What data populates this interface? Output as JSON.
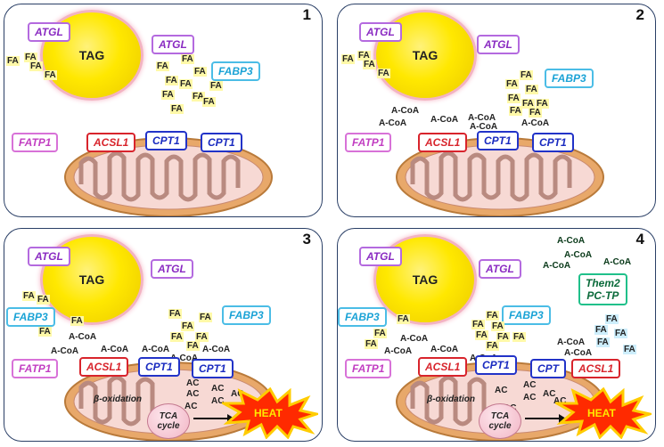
{
  "panels": [
    {
      "number": "1"
    },
    {
      "number": "2"
    },
    {
      "number": "3"
    },
    {
      "number": "4"
    }
  ],
  "labels": {
    "tag": "TAG",
    "atgl": "ATGL",
    "fabp3": "FABP3",
    "fatp1": "FATP1",
    "acsl1": "ACSL1",
    "cpt1": "CPT1",
    "cpt_partial": "CPT",
    "fa": "FA",
    "acoa": "A-CoA",
    "ac": "AC",
    "beta_oxidation": "β-oxidation",
    "tca_line1": "TCA",
    "tca_line2": "cycle",
    "heat": "HEAT",
    "them2": "Them2",
    "pctp": "PC-TP"
  },
  "colors": {
    "tag": "#ffe800",
    "atgl": "#8a2bc2",
    "fabp3": "#1ba3d6",
    "fatp1": "#c23fc2",
    "acsl1": "#d8242c",
    "cpt1": "#1a2bc0",
    "them2": "#20c08a",
    "heat": "#ff2a00",
    "mitochondrion": "#e8a86a"
  }
}
